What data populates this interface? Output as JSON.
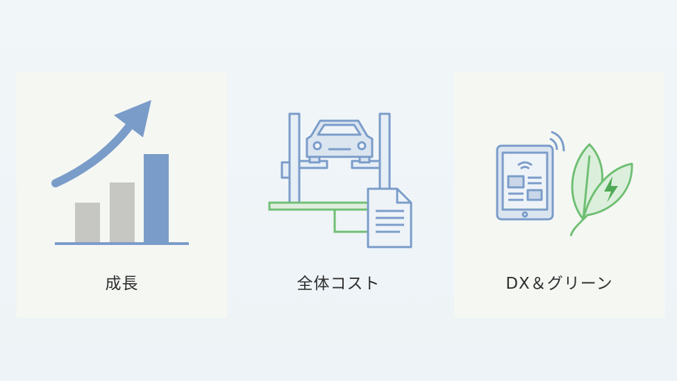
{
  "cards": [
    {
      "label": "成長",
      "icon": "growth-chart-icon"
    },
    {
      "label": "全体コスト",
      "icon": "car-lift-cost-icon"
    },
    {
      "label": "DX＆グリーン",
      "icon": "tablet-leaf-icon"
    }
  ],
  "colors": {
    "background": "#eef4f7",
    "panel": "#f5f7f3",
    "blue": "#7a9cc9",
    "gray": "#c6c6c2",
    "green": "#6fbf73",
    "text": "#2e2e2e"
  }
}
